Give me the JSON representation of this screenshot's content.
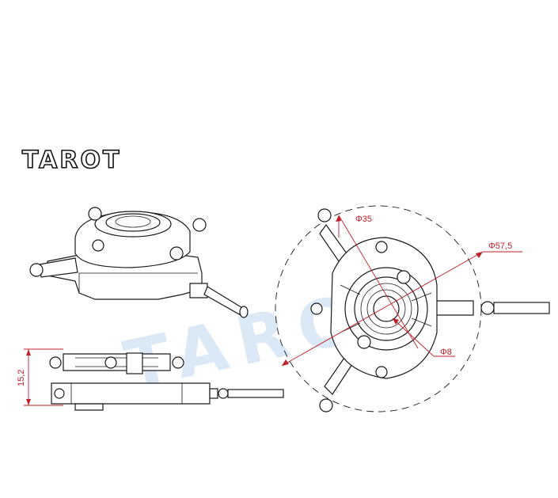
{
  "brand": "TAROT",
  "watermark": "TAROT",
  "dimensions": {
    "side_height": "15,2",
    "inner_diameter": "Φ35",
    "outer_diameter": "Φ57,5",
    "shaft_diameter": "Φ8"
  }
}
